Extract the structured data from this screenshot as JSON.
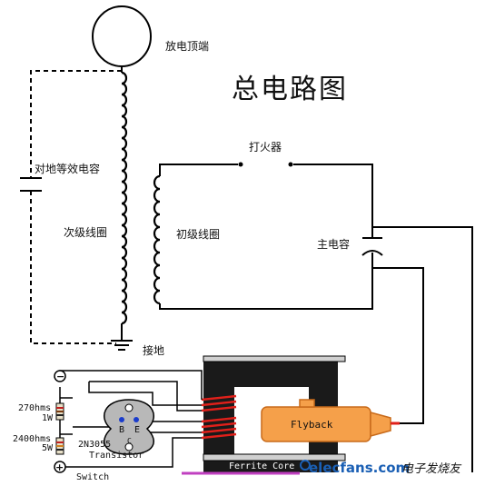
{
  "title": "总电路图",
  "labels": {
    "top_terminal": "放电顶端",
    "equivalent_capacitor": "对地等效电容",
    "secondary_coil": "次级线圈",
    "ground": "接地",
    "spark_gap": "打火器",
    "primary_coil": "初级线圈",
    "main_capacitor": "主电容",
    "flyback": "Flyback",
    "ferrite_core": "Ferrite Core",
    "transistor_model": "2N3055",
    "transistor_word": "Transistor",
    "pin_b": "B",
    "pin_e": "E",
    "pin_c": "C",
    "res1_value": "270hms",
    "res1_power": "1W",
    "res2_value": "2400hms",
    "res2_power": "5W",
    "switch": "Switch",
    "minus": "−",
    "plus": "+"
  },
  "watermark": {
    "domain": "elecfans.com",
    "chinese": "电子发烧友"
  },
  "colors": {
    "line": "#000000",
    "flyback_body": "#f5a04a",
    "flyback_edge": "#c86a1a",
    "winding": "#e0201a",
    "output_lead": "#e0201a",
    "core": "#1a1a1a",
    "transistor": "#b8b8b8",
    "pin_dot": "#1a3ccc",
    "switch_bar": "#c040c0",
    "wm_blue": "#1a5fb4",
    "wm_orange": "#e8801a"
  }
}
